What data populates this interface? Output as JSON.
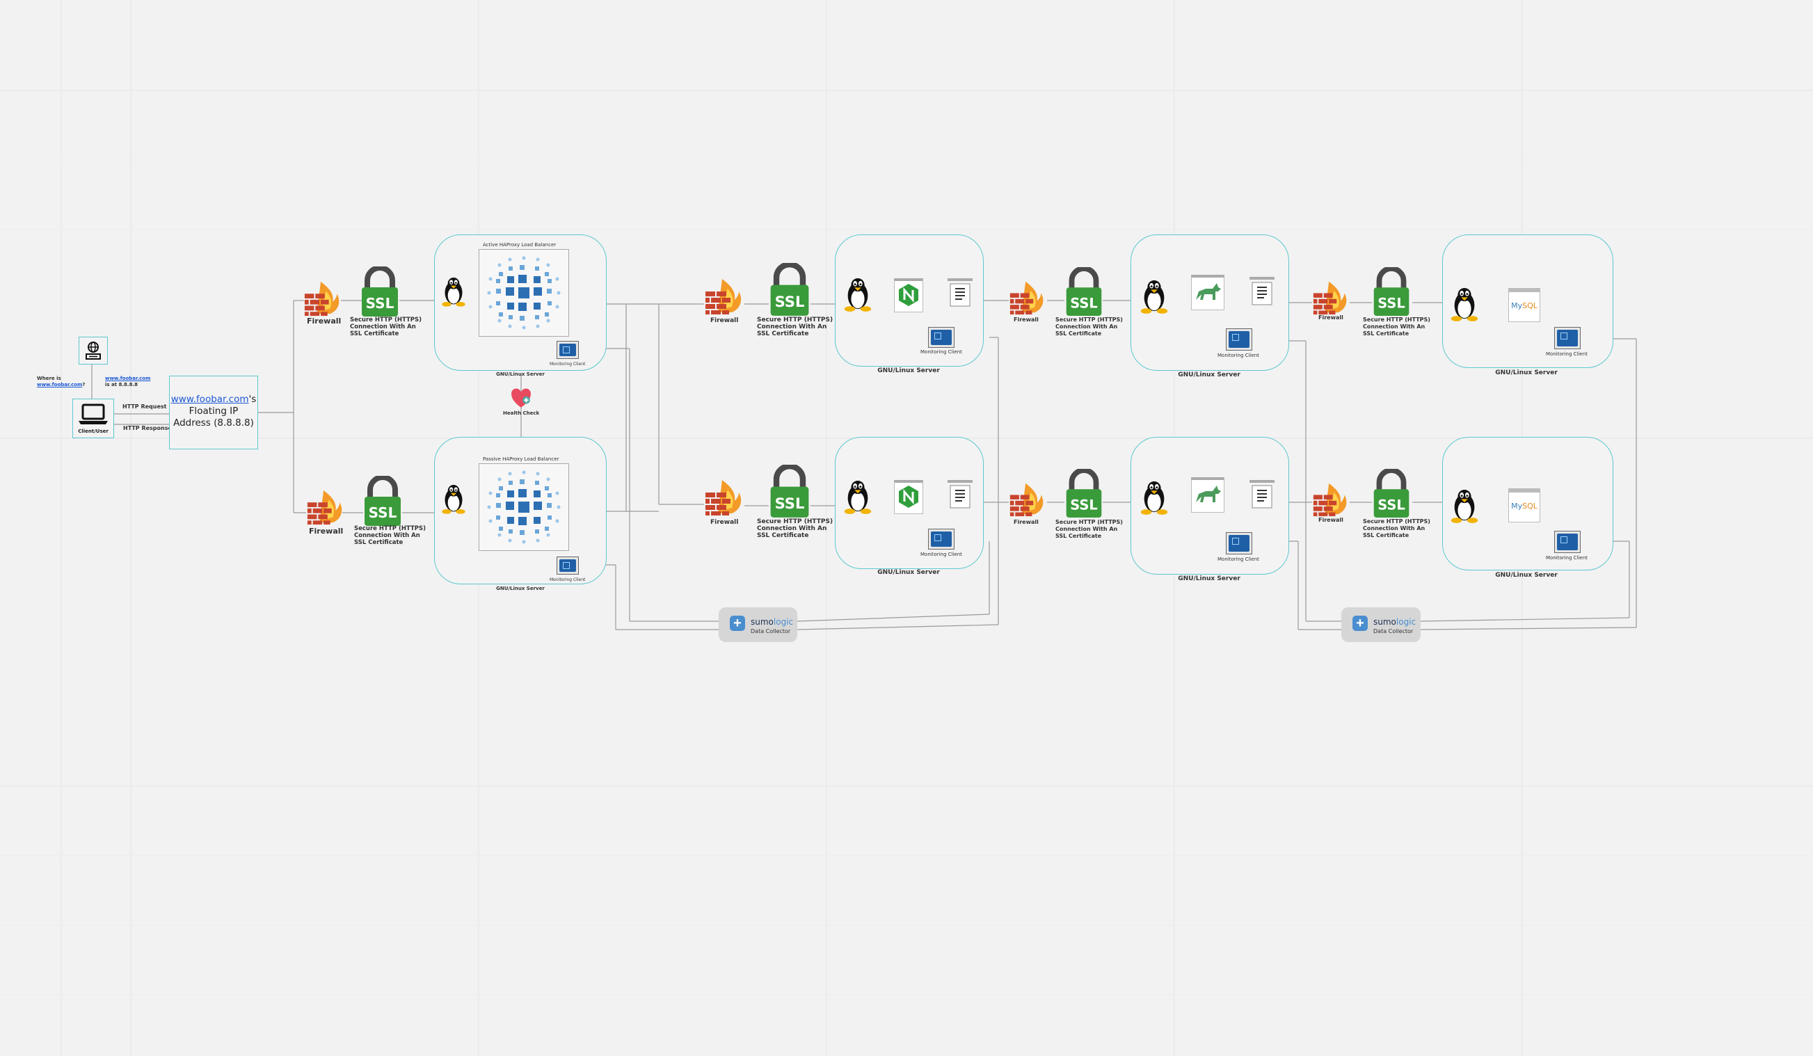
{
  "client": {
    "dns_question_line1": "Where is",
    "dns_question_link": "www.foobar.com",
    "dns_question_suffix": "?",
    "dns_answer_link": "www.foobar.com",
    "dns_answer_line2": "is at 8.8.8.8",
    "label": "Client/User",
    "http_request": "HTTP Request",
    "http_response": "HTTP Response"
  },
  "floating_ip": {
    "link": "www.foobar.com",
    "suffix": "'s",
    "line2": "Floating IP",
    "line3": "Address (8.8.8.8)"
  },
  "firewall_label": "Firewall",
  "ssl_badge": "SSL",
  "ssl_caption": [
    "Secure HTTP (HTTPS)",
    "Connection With An",
    "SSL Certificate"
  ],
  "server_caption": "GNU/Linux Server",
  "monitoring_client": "Monitoring Client",
  "load_balancers": {
    "active_title": "Active HAProxy Load Balancer",
    "passive_title": "Passive HAProxy Load Balancer",
    "health_check": "Health Check"
  },
  "sumologic": {
    "brand_prefix": "sumo",
    "brand_suffix": "logic",
    "subtitle": "Data Collector"
  },
  "colors": {
    "server_border": "#5ec8cf",
    "ssl_green": "#3a9b3a",
    "firewall_red": "#c9442c",
    "link_blue": "#1a57d6",
    "sumo_blue": "#4a8ed0",
    "canvas_bg": "#f2f2f2"
  },
  "icons": [
    "globe-icon",
    "laptop-icon",
    "firewall-icon",
    "ssl-lock-icon",
    "tux-icon",
    "haproxy-icon",
    "nginx-icon",
    "file-icon",
    "gunicorn-icon",
    "mysql-icon",
    "monitor-icon",
    "heart-icon",
    "sumologic-icon"
  ]
}
